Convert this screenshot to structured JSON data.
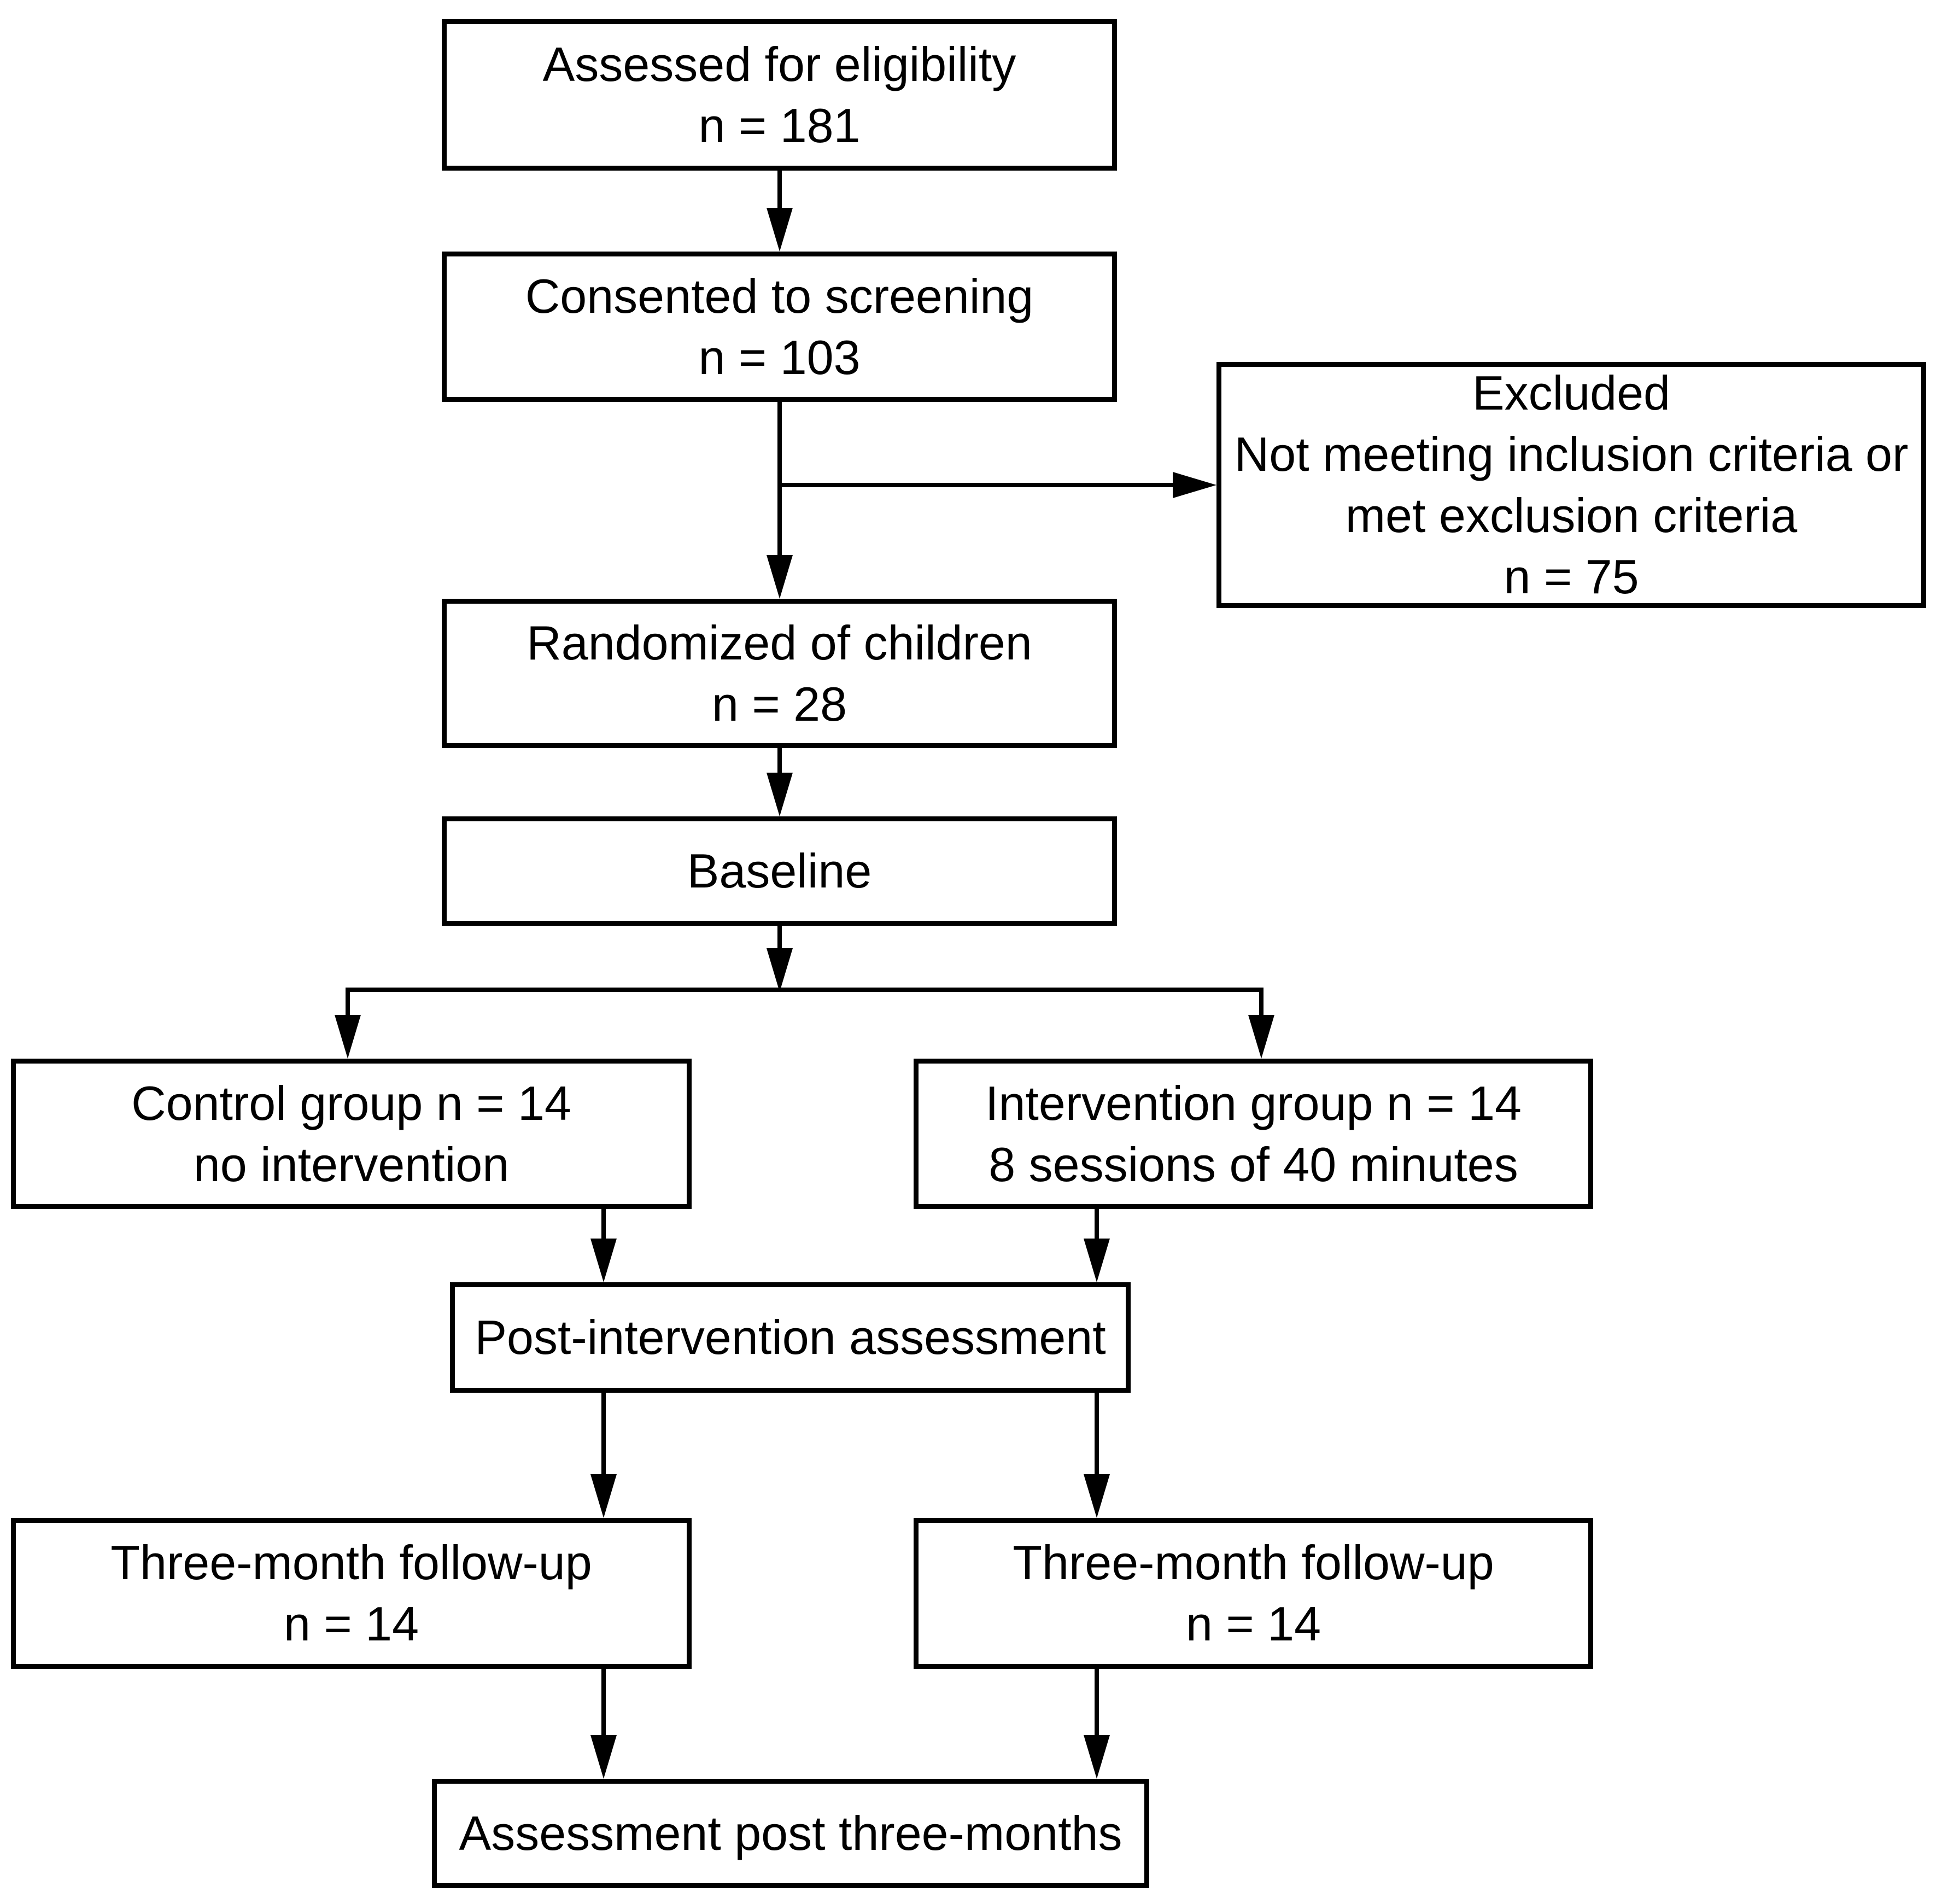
{
  "figure_type": "study-flow-diagram",
  "colors": {
    "background": "#ffffff",
    "box_fill": "#ffffff",
    "box_border": "#000000",
    "text": "#000000",
    "connector": "#000000"
  },
  "boxes": {
    "assessed": {
      "lines": [
        "Assessed for eligibility",
        "n = 181"
      ]
    },
    "consented": {
      "lines": [
        "Consented to screening",
        "n = 103"
      ]
    },
    "excluded": {
      "lines": [
        "Excluded",
        "Not meeting inclusion criteria or",
        "met exclusion criteria",
        "n = 75"
      ]
    },
    "randomized": {
      "lines": [
        "Randomized of children",
        "n = 28"
      ]
    },
    "baseline": {
      "lines": [
        "Baseline"
      ]
    },
    "control": {
      "lines": [
        "Control group n = 14",
        "no intervention"
      ]
    },
    "intervention": {
      "lines": [
        "Intervention group n = 14",
        "8 sessions of 40 minutes"
      ]
    },
    "post_intervention": {
      "lines": [
        "Post-intervention assessment"
      ]
    },
    "followup_left": {
      "lines": [
        "Three-month follow-up",
        "n = 14"
      ]
    },
    "followup_right": {
      "lines": [
        "Three-month follow-up",
        "n = 14"
      ]
    },
    "final": {
      "lines": [
        "Assessment post three-months"
      ]
    }
  },
  "edges": [
    {
      "from": "assessed",
      "to": "consented"
    },
    {
      "from": "consented",
      "to": "excluded"
    },
    {
      "from": "consented",
      "to": "randomized"
    },
    {
      "from": "randomized",
      "to": "baseline"
    },
    {
      "from": "baseline",
      "to": "control"
    },
    {
      "from": "baseline",
      "to": "intervention"
    },
    {
      "from": "control",
      "to": "post_intervention"
    },
    {
      "from": "intervention",
      "to": "post_intervention"
    },
    {
      "from": "post_intervention",
      "to": "followup_left"
    },
    {
      "from": "post_intervention",
      "to": "followup_right"
    },
    {
      "from": "followup_left",
      "to": "final"
    },
    {
      "from": "followup_right",
      "to": "final"
    }
  ]
}
